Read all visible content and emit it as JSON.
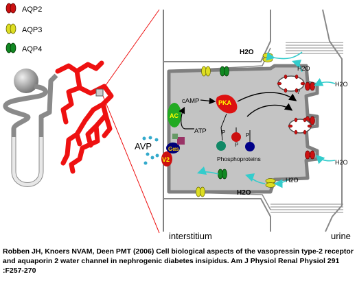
{
  "legend": {
    "items": [
      {
        "label": "AQP2",
        "color": "#cc1111"
      },
      {
        "label": "AQP3",
        "color": "#dddd22"
      },
      {
        "label": "AQP4",
        "color": "#118822"
      }
    ]
  },
  "labels": {
    "avp": "AVP",
    "v2": "V2",
    "gas": "Gαs",
    "ac": "AC",
    "camp": "cAMP",
    "pka": "PKA",
    "atp": "ATP",
    "p": "P",
    "question": "?",
    "phosphoproteins": "Phosphoproteins",
    "h2o": "H2O",
    "interstitium": "interstitium",
    "urine": "urine"
  },
  "caption": "Robben JH, Knoers NVAM, Deen PMT (2006) Cell biological aspects of the vasopressin type-2 receptor and aquaporin 2 water channel in nephrogenic diabetes insipidus. Am J Physiol Renal Physiol 291 :F257-270",
  "colors": {
    "aqp2": "#cc1111",
    "aqp3": "#dddd22",
    "aqp4": "#118822",
    "cell": "#c4c4c4",
    "membrane": "#7f7f7f",
    "water_arrow": "#33cccc",
    "tubule": "#ee1111",
    "pka": "#dd1111",
    "ac": "#22aa22",
    "gas": "#000077",
    "v2": "#cc1111",
    "phospho_green": "#118866",
    "phospho_red": "#cc1111",
    "phospho_blue": "#000088"
  }
}
